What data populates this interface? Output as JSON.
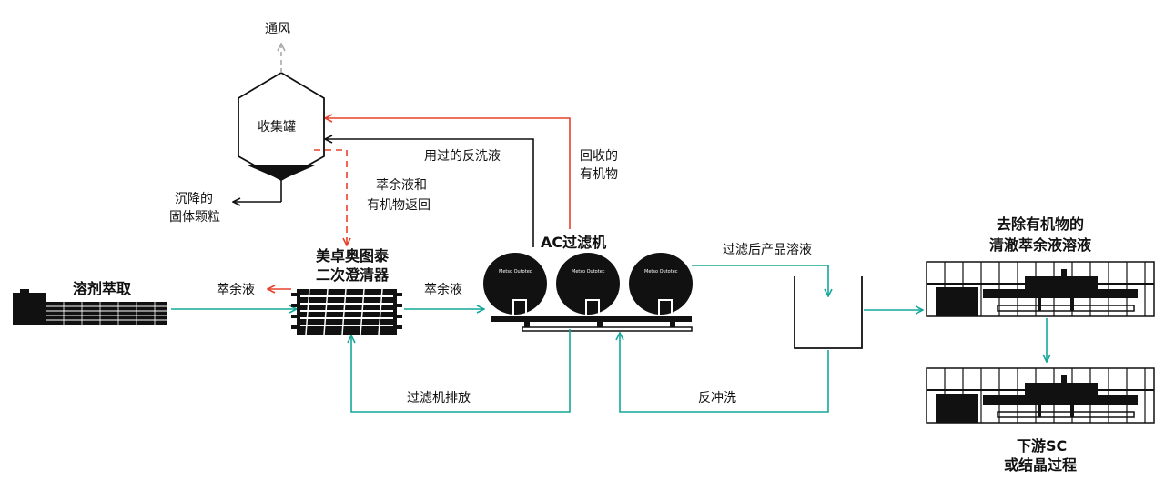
{
  "colors": {
    "teal": "#17a79a",
    "red": "#e8402c",
    "black": "#111111",
    "grey": "#aaaaaa"
  },
  "labels": {
    "ventilation": "通风",
    "collection_tank": "收集罐",
    "sediment_1": "沉降的",
    "sediment_2": "固体颗粒",
    "return_1": "萃余液和",
    "return_2": "有机物返回",
    "used_backwash": "用过的反洗液",
    "recovered_1": "回收的",
    "recovered_2": "有机物",
    "solvent_extraction": "溶剂萃取",
    "raffinate_out": "萃余液",
    "clarifier_1": "美卓奥图泰",
    "clarifier_2": "二次澄清器",
    "raffinate_mid": "萃余液",
    "ac_filter": "AC过滤机",
    "filtered_solution": "过滤后产品溶液",
    "filter_discharge": "过滤机排放",
    "backflush": "反冲洗",
    "clean_1": "去除有机物的",
    "clean_2": "清澈萃余液溶液",
    "downstream_1": "下游SC",
    "downstream_2": "或结晶过程",
    "brand": "Metso Outotec"
  }
}
